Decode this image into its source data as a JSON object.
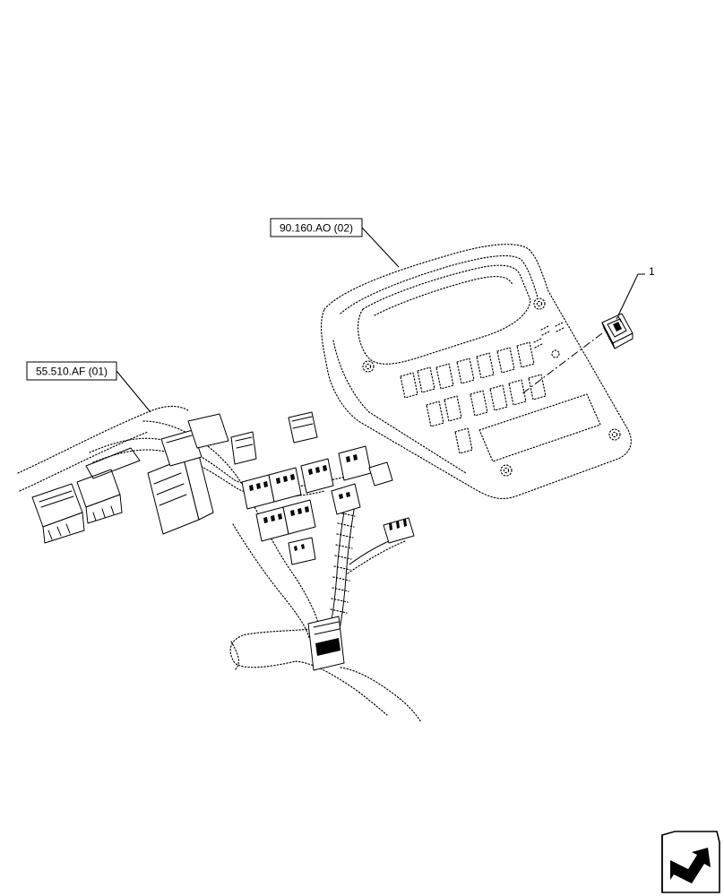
{
  "references": [
    {
      "id": "ref-panel",
      "label": "90.160.AO (02)"
    },
    {
      "id": "ref-harness",
      "label": "55.510.AF (01)"
    }
  ],
  "callouts": [
    {
      "id": "item-1",
      "label": "1"
    }
  ],
  "icons": {
    "corner": "navigation-arrow-icon"
  }
}
